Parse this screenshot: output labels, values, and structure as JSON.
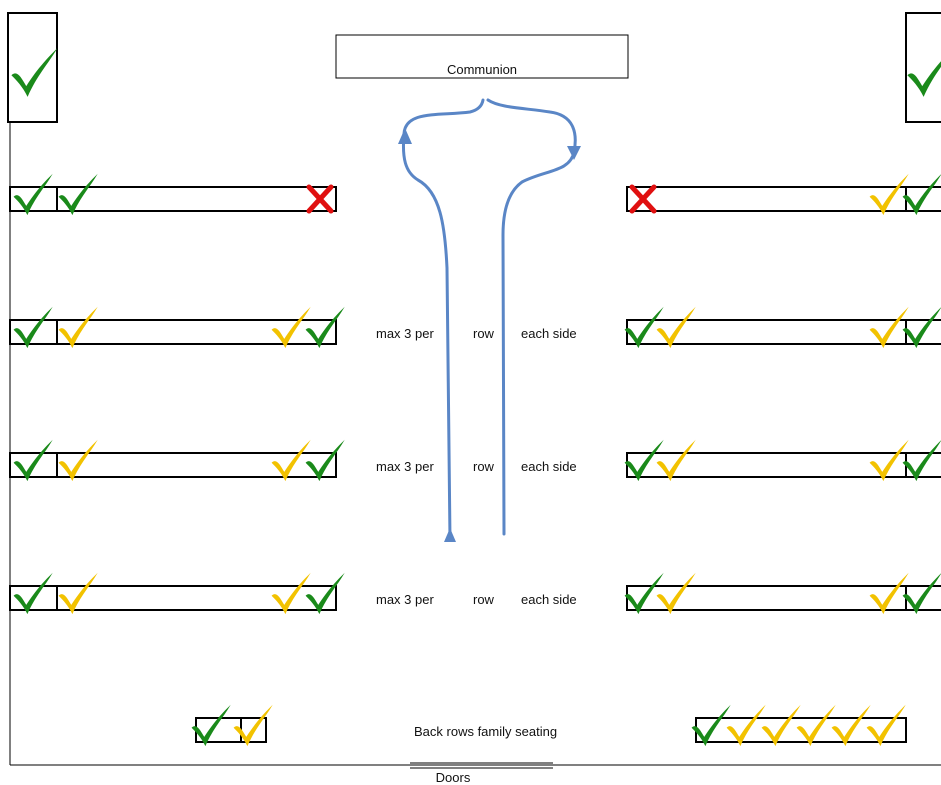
{
  "labels": {
    "communion": "Communion",
    "aisle_note_left": "max 3 per",
    "aisle_note_mid": "row",
    "aisle_note_right": "each side",
    "back_rows": "Back rows family seating",
    "doors": "Doors"
  },
  "marks": {
    "check_green_color": "#1a8a1a",
    "check_yellow_color": "#f2c200",
    "cross_color": "#e01010",
    "arrow_color": "#5a86c6"
  },
  "pews": {
    "left_front": [
      "check-green",
      "check-green",
      "cross"
    ],
    "right_front": [
      "cross",
      "check-yellow",
      "check-green"
    ],
    "left_row": [
      "check-green",
      "check-yellow",
      "check-yellow",
      "check-green"
    ],
    "right_row": [
      "check-green",
      "check-yellow",
      "check-yellow",
      "check-green"
    ],
    "left_back": [
      "check-green",
      "check-yellow"
    ],
    "right_back": [
      "check-green",
      "check-yellow",
      "check-yellow",
      "check-yellow",
      "check-yellow",
      "check-yellow"
    ]
  }
}
